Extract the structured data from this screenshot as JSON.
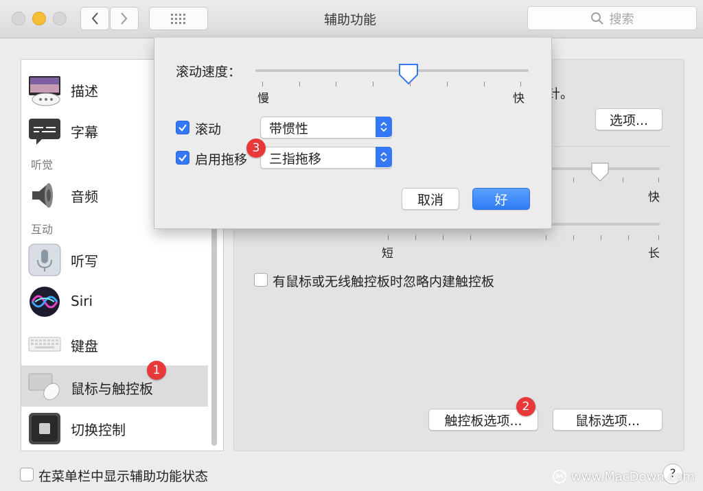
{
  "window": {
    "title": "辅助功能",
    "search_placeholder": "搜索"
  },
  "sidebar": {
    "items": [
      {
        "label": "描述",
        "icon": "descriptions-icon"
      },
      {
        "label": "字幕",
        "icon": "captions-icon"
      },
      {
        "header": "听觉"
      },
      {
        "label": "音频",
        "icon": "speaker-icon"
      },
      {
        "header": "互动"
      },
      {
        "label": "听写",
        "icon": "microphone-icon"
      },
      {
        "label": "Siri",
        "icon": "siri-icon"
      },
      {
        "label": "键盘",
        "icon": "keyboard-icon"
      },
      {
        "label": "鼠标与触控板",
        "icon": "mouse-trackpad-icon"
      },
      {
        "label": "切换控制",
        "icon": "switch-control-icon"
      }
    ]
  },
  "main": {
    "partial_text": "针。",
    "options_button": "选项...",
    "slider1_right": "快",
    "slider2_left": "短",
    "slider2_right": "长",
    "ignore_trackpad_label": "有鼠标或无线触控板时忽略内建触控板",
    "trackpad_options_button": "触控板选项...",
    "mouse_options_button": "鼠标选项..."
  },
  "sheet": {
    "scroll_speed_label": "滚动速度：",
    "slow_label": "慢",
    "fast_label": "快",
    "scroll_speed_value": 0.56,
    "scroll_checkbox_label": "滚动",
    "scroll_popup_value": "带惯性",
    "drag_checkbox_label": "启用拖移",
    "drag_popup_value": "三指拖移",
    "cancel_button": "取消",
    "ok_button": "好"
  },
  "bottom": {
    "show_status_label": "在菜单栏中显示辅助功能状态",
    "help_label": "?",
    "watermark": "www.MacDown.com"
  },
  "badges": [
    "1",
    "2",
    "3"
  ],
  "colors": {
    "accent": "#3478f6",
    "badge": "#e8393a"
  }
}
